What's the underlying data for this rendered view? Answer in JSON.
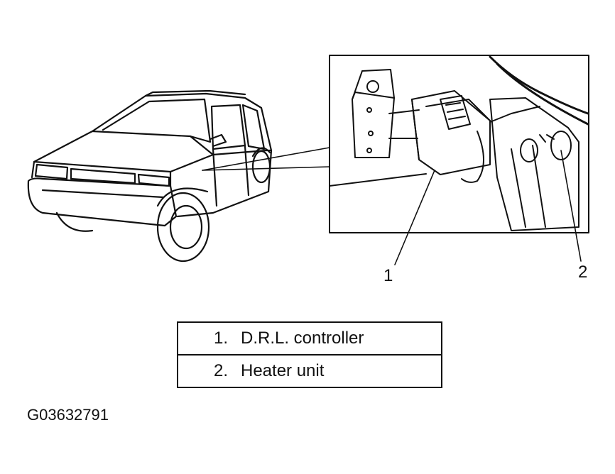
{
  "callouts": [
    {
      "number": "1"
    },
    {
      "number": "2"
    }
  ],
  "legend": [
    {
      "number": "1.",
      "label": "D.R.L. controller"
    },
    {
      "number": "2.",
      "label": "Heater unit"
    }
  ],
  "figure_id": "G03632791"
}
